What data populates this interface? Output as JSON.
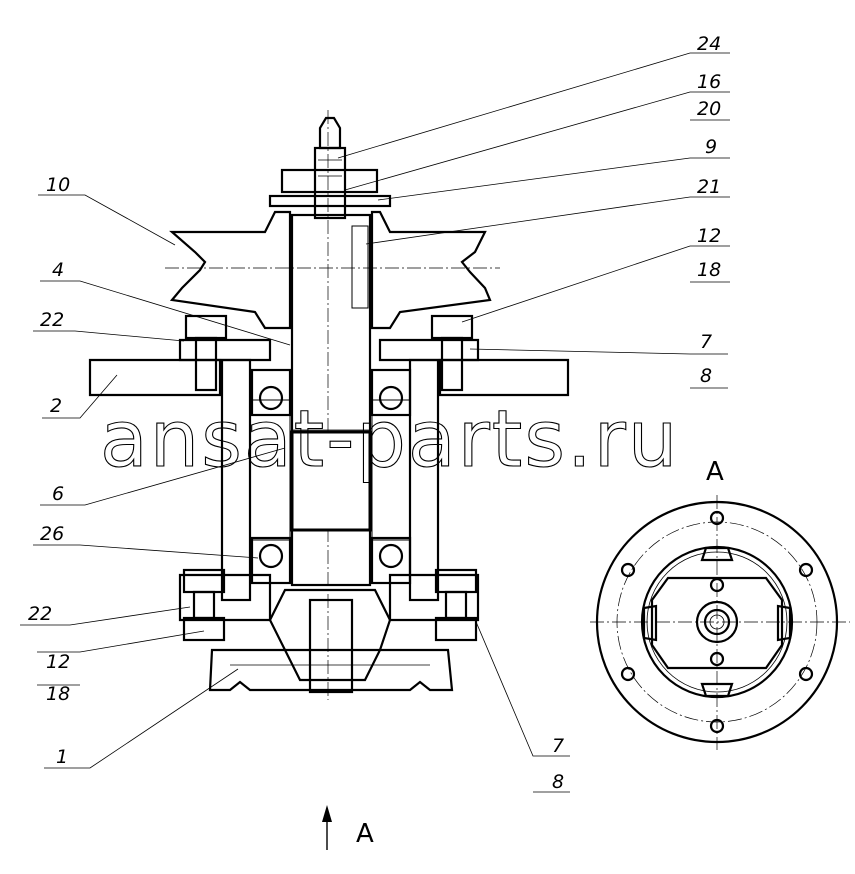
{
  "watermark": "ansat-parts.ru",
  "view_label_section": "A",
  "view_label_arrow": "A",
  "callouts": {
    "c24": "24",
    "c16": "16",
    "c20": "20",
    "c9": "9",
    "c21": "21",
    "c12r": "12",
    "c18r": "18",
    "c7r": "7",
    "c8r": "8",
    "c10": "10",
    "c4": "4",
    "c22l": "22",
    "c2": "2",
    "c6": "6",
    "c26": "26",
    "c22b": "22",
    "c12l": "12",
    "c18l": "18",
    "c1": "1",
    "c7b": "7",
    "c8b": "8"
  }
}
